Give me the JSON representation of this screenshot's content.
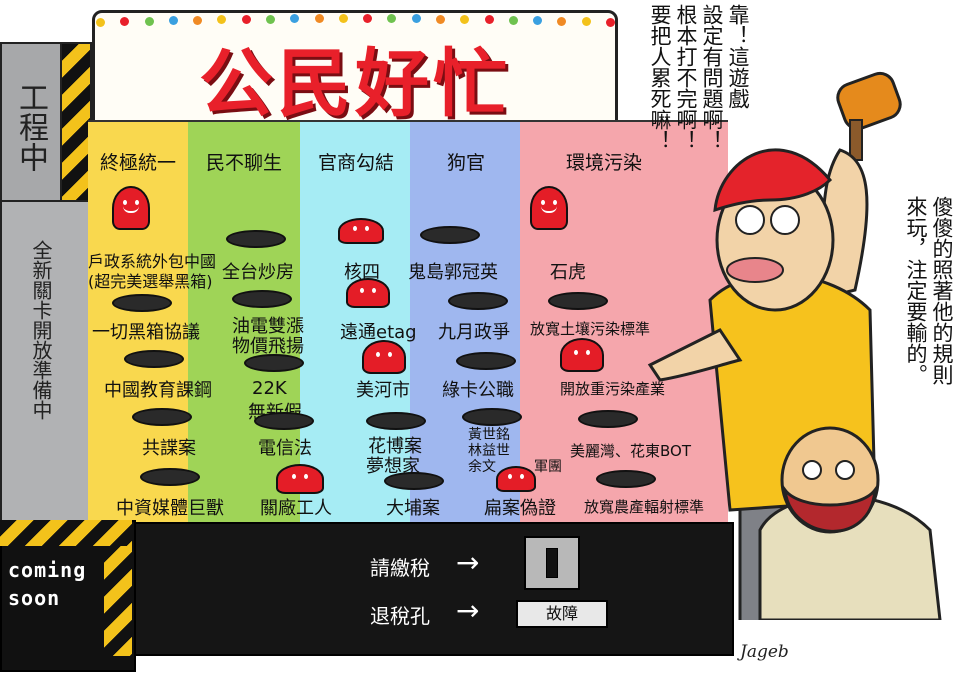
{
  "title": "公民好忙",
  "side_labels": {
    "work": "工程中",
    "new_stage": "全新關卡開放準備中"
  },
  "coming_soon": [
    "coming",
    "soon"
  ],
  "columns": [
    {
      "header": "終極統一",
      "color": "#f9d84e",
      "slots": [
        "戶政系統外包中國",
        "(超完美選舉黑箱)",
        "一切黑箱協議",
        "中國教育課鋼",
        "共諜案",
        "中資媒體巨獸"
      ]
    },
    {
      "header": "民不聊生",
      "color": "#9fd457",
      "slots": [
        "全台炒房",
        "油電雙漲",
        "物價飛揚",
        "22K",
        "無新假",
        "電信法",
        "關廠工人"
      ]
    },
    {
      "header": "官商勾結",
      "color": "#a6ecf4",
      "slots": [
        "核四",
        "遠通etag",
        "美河市",
        "花博案",
        "夢想家",
        "大埔案"
      ]
    },
    {
      "header": "狗官",
      "color": "#9fb7ef",
      "slots": [
        "鬼島郭冠英",
        "九月政爭",
        "綠卡公職",
        "黃世銘",
        "林益世",
        "余文",
        "軍團",
        "扁案偽證"
      ]
    },
    {
      "header": "環境污染",
      "color": "#f5a6ac",
      "slots": [
        "石虎",
        "放寬土壤污染標準",
        "開放重污染產業",
        "美麗灣、花東BOT",
        "放寬農產輻射標準"
      ]
    }
  ],
  "console": {
    "tax_label": "請繳稅",
    "refund_label": "退稅孔",
    "refund_status": "故障",
    "arrow": "→"
  },
  "speech": {
    "man": [
      "靠！這遊戲",
      "設定有問題啊！",
      "根本打不完啊！",
      "要把人累死嘛！"
    ],
    "narration": [
      "傻傻的照著他的規則",
      "來玩，注定要輸的。"
    ]
  },
  "signature": "Jageb",
  "colors": {
    "title": "#e8202a",
    "mole": "#e41d27",
    "shirt": "#f6c21d",
    "hair": "#e4232b"
  }
}
